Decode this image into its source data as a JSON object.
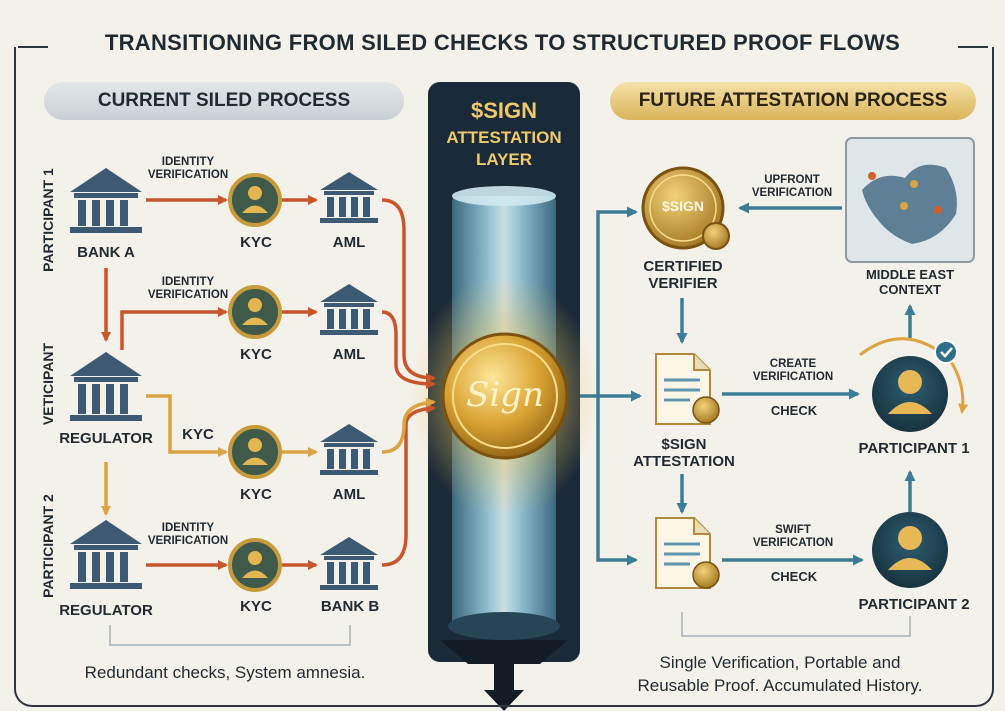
{
  "title": "TRANSITIONING FROM SILED CHECKS TO STRUCTURED PROOF FLOWS",
  "left_panel": {
    "heading": "CURRENT SILED PROCESS",
    "side_labels": [
      "PARTICIPANT 1",
      "VETICIPANT",
      "PARTICIPANT 2"
    ],
    "nodes": {
      "bank_a": "BANK A",
      "regulator_1": "REGULATOR",
      "regulator_2": "REGULATOR",
      "kyc": "KYC",
      "aml": "AML",
      "bank_b": "BANK B"
    },
    "edge_labels": {
      "identity_verification": "IDENTITY\nVERIFICATION",
      "kyc": "KYC"
    },
    "footer": "Redundant checks, System amnesia."
  },
  "center": {
    "token": "$SIGN",
    "layer_line1": "ATTESTATION",
    "layer_line2": "LAYER",
    "coin_text": "Sign"
  },
  "right_panel": {
    "heading": "FUTURE ATTESTATION PROCESS",
    "certified_verifier": "CERTIFIED\nVERIFIER",
    "coin_label": "$SIGN",
    "upfront_verification": "UPFRONT\nVERIFICATION",
    "middle_east_context": "MIDDLE EAST\nCONTEXT",
    "sign_attestation": "$SIGN\nATTESTATION",
    "create_verification": "CREATE\nVERIFICATION",
    "check_1": "CHECK",
    "participant_1": "PARTICIPANT 1",
    "swift_verification": "SWIFT\nVERIFICATION",
    "check_2": "CHECK",
    "participant_2": "PARTICIPANT 2",
    "footer_line1": "Single Verification, Portable and",
    "footer_line2": "Reusable Proof. Accumulated History."
  },
  "colors": {
    "orange_arrow": "#c8562c",
    "gold_arrow": "#d9a441",
    "teal_arrow": "#3c7d96",
    "gold": "#d4a12e",
    "dark_navy": "#1a2a38",
    "bank_blue": "#3d5a74"
  }
}
